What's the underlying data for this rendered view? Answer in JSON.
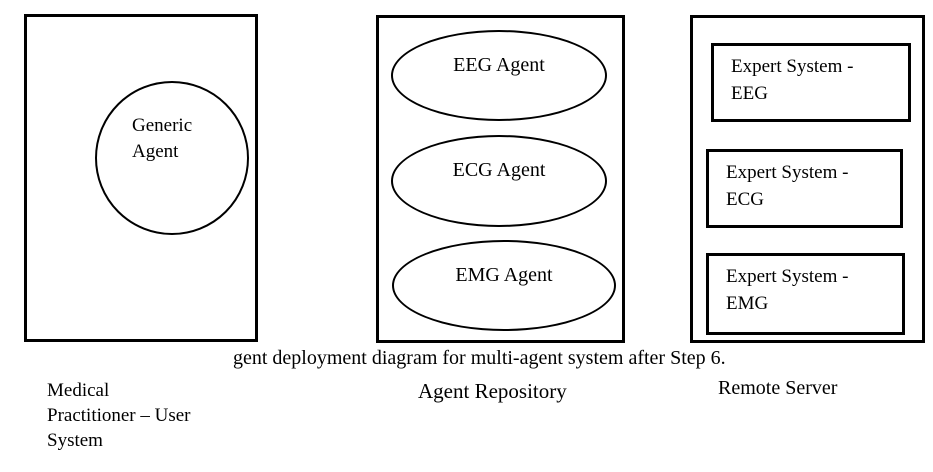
{
  "colors": {
    "background": "#ffffff",
    "line": "#000000",
    "text": "#000000"
  },
  "figure": {
    "caption": "gent deployment diagram for multi-agent system after Step 6."
  },
  "user_system": {
    "node_caption": "Medical\nPractitioner – User\nSystem",
    "agent": {
      "label": "Generic\nAgent"
    }
  },
  "agent_repository": {
    "node_caption": "Agent Repository",
    "agents": [
      {
        "label": "EEG Agent"
      },
      {
        "label": "ECG Agent"
      },
      {
        "label": "EMG Agent"
      }
    ]
  },
  "remote_server": {
    "node_caption": "Remote Server",
    "systems": [
      {
        "label": "Expert System -\nEEG"
      },
      {
        "label": "Expert System -\nECG"
      },
      {
        "label": "Expert System -\nEMG"
      }
    ]
  }
}
